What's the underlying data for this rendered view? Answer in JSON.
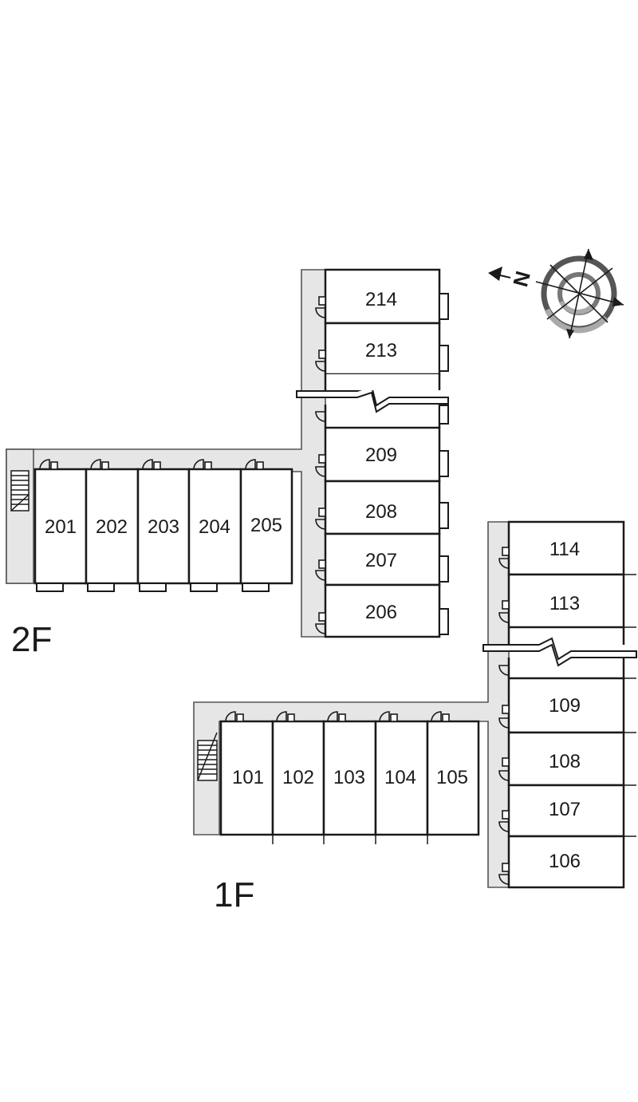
{
  "floors": {
    "second": {
      "label": "2F",
      "horizontal_units": [
        "201",
        "202",
        "203",
        "204",
        "205"
      ],
      "vertical_units_top": [
        "214",
        "213"
      ],
      "vertical_units_bottom": [
        "209",
        "208",
        "207",
        "206"
      ]
    },
    "first": {
      "label": "1F",
      "horizontal_units": [
        "101",
        "102",
        "103",
        "104",
        "105"
      ],
      "vertical_units_top": [
        "114",
        "113"
      ],
      "vertical_units_bottom": [
        "109",
        "108",
        "107",
        "106"
      ]
    }
  },
  "compass": {
    "label": "N",
    "icon": "north-arrow-compass-icon"
  },
  "colors": {
    "line": "#1a1a1a",
    "corridor": "#e6e6e6",
    "compass_ring": "#555555"
  }
}
